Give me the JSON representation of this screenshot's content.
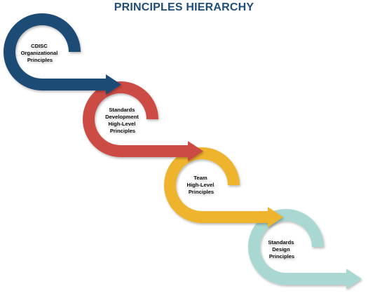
{
  "title": "PRINCIPLES HIERARCHY",
  "colors": {
    "title": "#1f4e79",
    "step_1": "#1f4b75",
    "step_2": "#cc4b45",
    "step_3": "#efb42f",
    "step_4": "#a9d7d2"
  },
  "steps": [
    {
      "lines": [
        "CDISC",
        "Organizational",
        "Principles"
      ]
    },
    {
      "lines": [
        "Standards",
        "Development",
        "High-Level",
        "Principles"
      ]
    },
    {
      "lines": [
        "Team",
        "High-Level",
        "Principles"
      ]
    },
    {
      "lines": [
        "Standards",
        "Design",
        "Principles"
      ]
    }
  ]
}
